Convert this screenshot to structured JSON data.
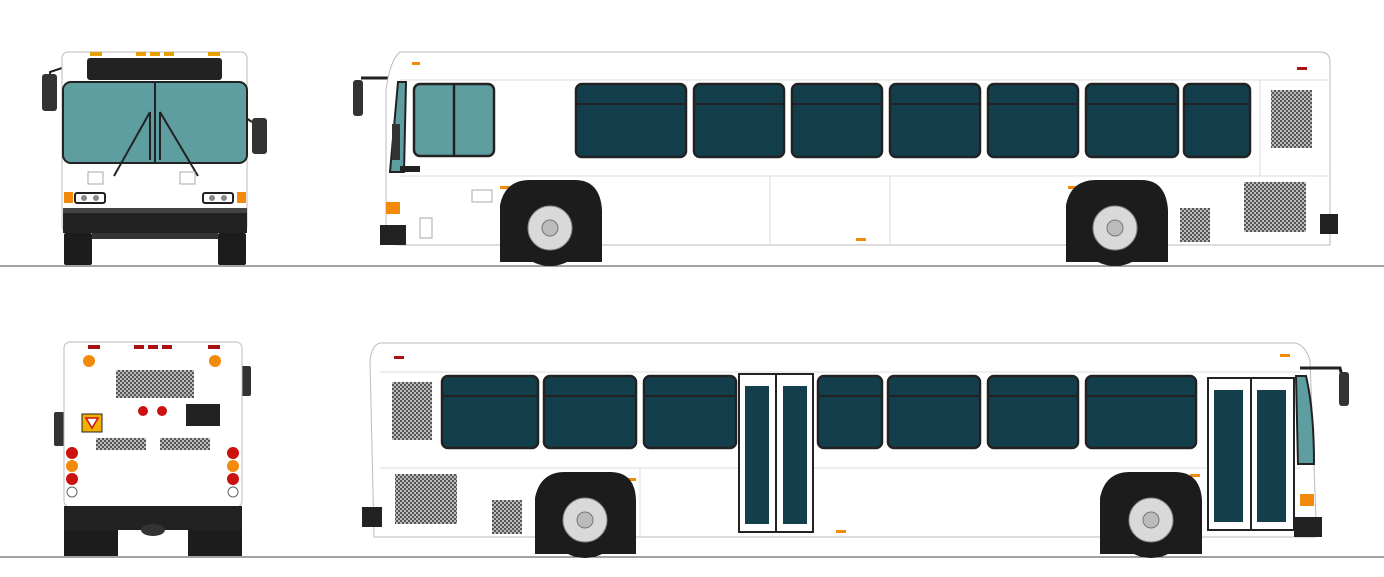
{
  "palette": {
    "body": "#ffffff",
    "outline": "#333333",
    "window_dark": "#133f4c",
    "windshield": "#5e9ea0",
    "tire": "#1c1c1c",
    "hubcap": "#d9d9d9",
    "amber": "#f28a0c",
    "red": "#cc1111",
    "grille": "#777777",
    "ground": "#444444"
  },
  "views": [
    {
      "id": "front",
      "icon": "bus-front-view"
    },
    {
      "id": "left_side",
      "icon": "bus-left-side-view"
    },
    {
      "id": "rear",
      "icon": "bus-rear-view"
    },
    {
      "id": "right_side",
      "icon": "bus-right-side-view"
    }
  ]
}
